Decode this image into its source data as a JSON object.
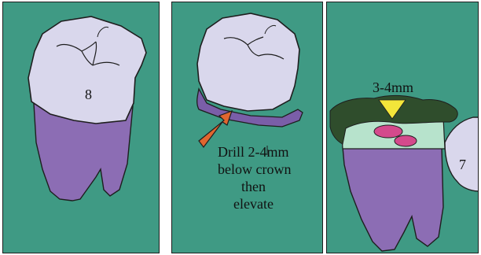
{
  "panels": [
    {
      "tooth_number": "8"
    },
    {
      "instruction_lines": [
        "Drill 2-4mm",
        "below crown",
        "then",
        "elevate"
      ]
    },
    {
      "measurement": "3-4mm",
      "adjacent_tooth_number": "7"
    }
  ],
  "colors": {
    "background": "#3f9a84",
    "crown": "#d9d7ec",
    "root": "#8c6db4",
    "drill_band": "#7a5ea8",
    "arrow_orange": "#e0662f",
    "arrow_yellow": "#f3e63a",
    "cement": "#2f4d2c",
    "pulp": "#d44a8c",
    "pulp_chamber": "#b7e3cc"
  }
}
